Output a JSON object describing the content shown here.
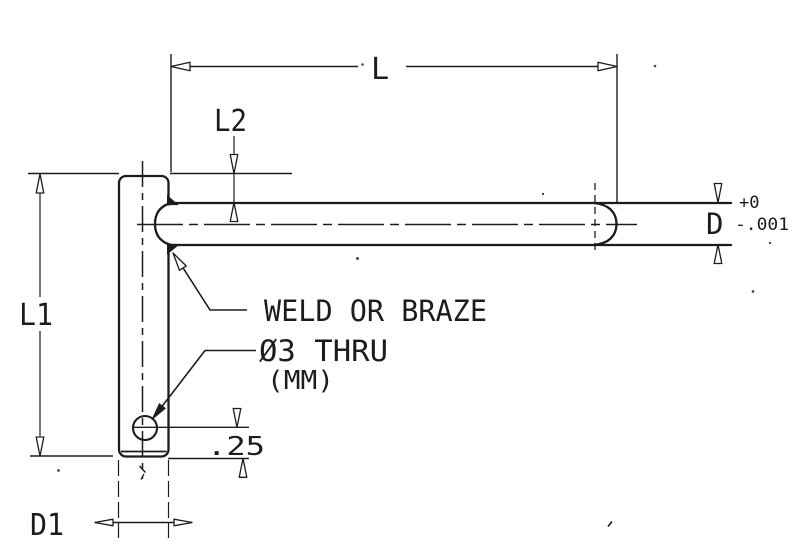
{
  "drawing": {
    "labels": {
      "overall_length": "L",
      "offset_length": "L2",
      "stem_length": "L1",
      "stem_diameter": "D1",
      "rod_diameter": "D",
      "tolerance_plus": "+0",
      "tolerance_minus": "-.001",
      "hole_offset": ".25",
      "weld_note": "WELD OR BRAZE",
      "hole_note": "Ø3 THRU",
      "hole_note_unit": "(MM)"
    },
    "colors": {
      "ink": "#1c1c1c",
      "paper": "#ffffff"
    }
  }
}
